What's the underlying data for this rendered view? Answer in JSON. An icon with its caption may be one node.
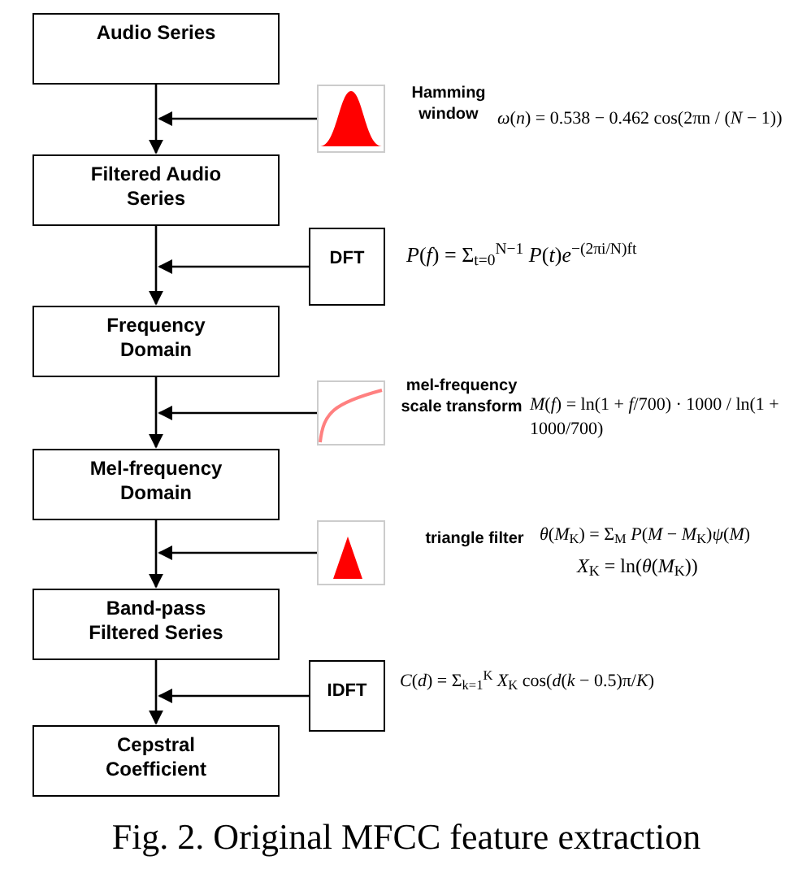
{
  "diagram": {
    "caption": "Fig. 2. Original MFCC feature extraction",
    "nodes": [
      {
        "text": [
          "Audio Series"
        ]
      },
      {
        "text": [],
        "shape": "picture",
        "beside": [
          "Hamming window"
        ]
      },
      {
        "text": [
          "Filtered Audio Series"
        ]
      },
      {
        "text": [
          "DFT"
        ]
      },
      {
        "text": [
          "Frequency Domain"
        ]
      },
      {
        "text": [],
        "shape": "picture",
        "beside": [
          "mel-frequency scale transform"
        ]
      },
      {
        "text": [
          "Mel-frequency Domain"
        ]
      },
      {
        "text": [],
        "shape": "picture",
        "beside": [
          "triangle filter"
        ]
      },
      {
        "text": [
          "Band-pass Filtered Series"
        ]
      },
      {
        "text": [
          "IDFT"
        ]
      },
      {
        "text": [
          "Cepstral Coefficient"
        ]
      }
    ],
    "edges": [
      {
        "from": 0,
        "to": 2,
        "arrow": "to"
      },
      {
        "from": 1,
        "to": 0,
        "arrow": "to"
      },
      {
        "from": 2,
        "to": 4,
        "arrow": "to"
      },
      {
        "from": 3,
        "to": 2,
        "arrow": "to"
      },
      {
        "from": 4,
        "to": 6,
        "arrow": "to"
      },
      {
        "from": 5,
        "to": 4,
        "arrow": "to"
      },
      {
        "from": 6,
        "to": 8,
        "arrow": "to"
      },
      {
        "from": 7,
        "to": 6,
        "arrow": "to"
      },
      {
        "from": 8,
        "to": 10,
        "arrow": "to"
      },
      {
        "from": 9,
        "to": 10,
        "arrow": "to"
      }
    ],
    "labels": [
      "*ω*(*n*) = 0.538 − 0.462 cos(2πn / (*N* − 1))",
      "*P*(*f*) = Σ$_{t=0}$$^{N−1}$ *P*(*t*)*e*$^{−(2πi/N)ft}$",
      "*M*(*f*) = ln(1 + *f*/700) · 1000 / ln(1 + 1000/700)",
      "*θ*(*M*$_{K}$) = Σ$_{M}$ *P*(*M* − *M*$_{K}$)*ψ*(*M*)",
      "*X*$_{K}$ = ln(*θ*(*M*$_{K}$))",
      "*C*(*d*) = Σ$_{k=1}$$^{K}$ *X*$_{K}$ cos(*d*(*k* − 0.5)π/*K*)"
    ]
  }
}
